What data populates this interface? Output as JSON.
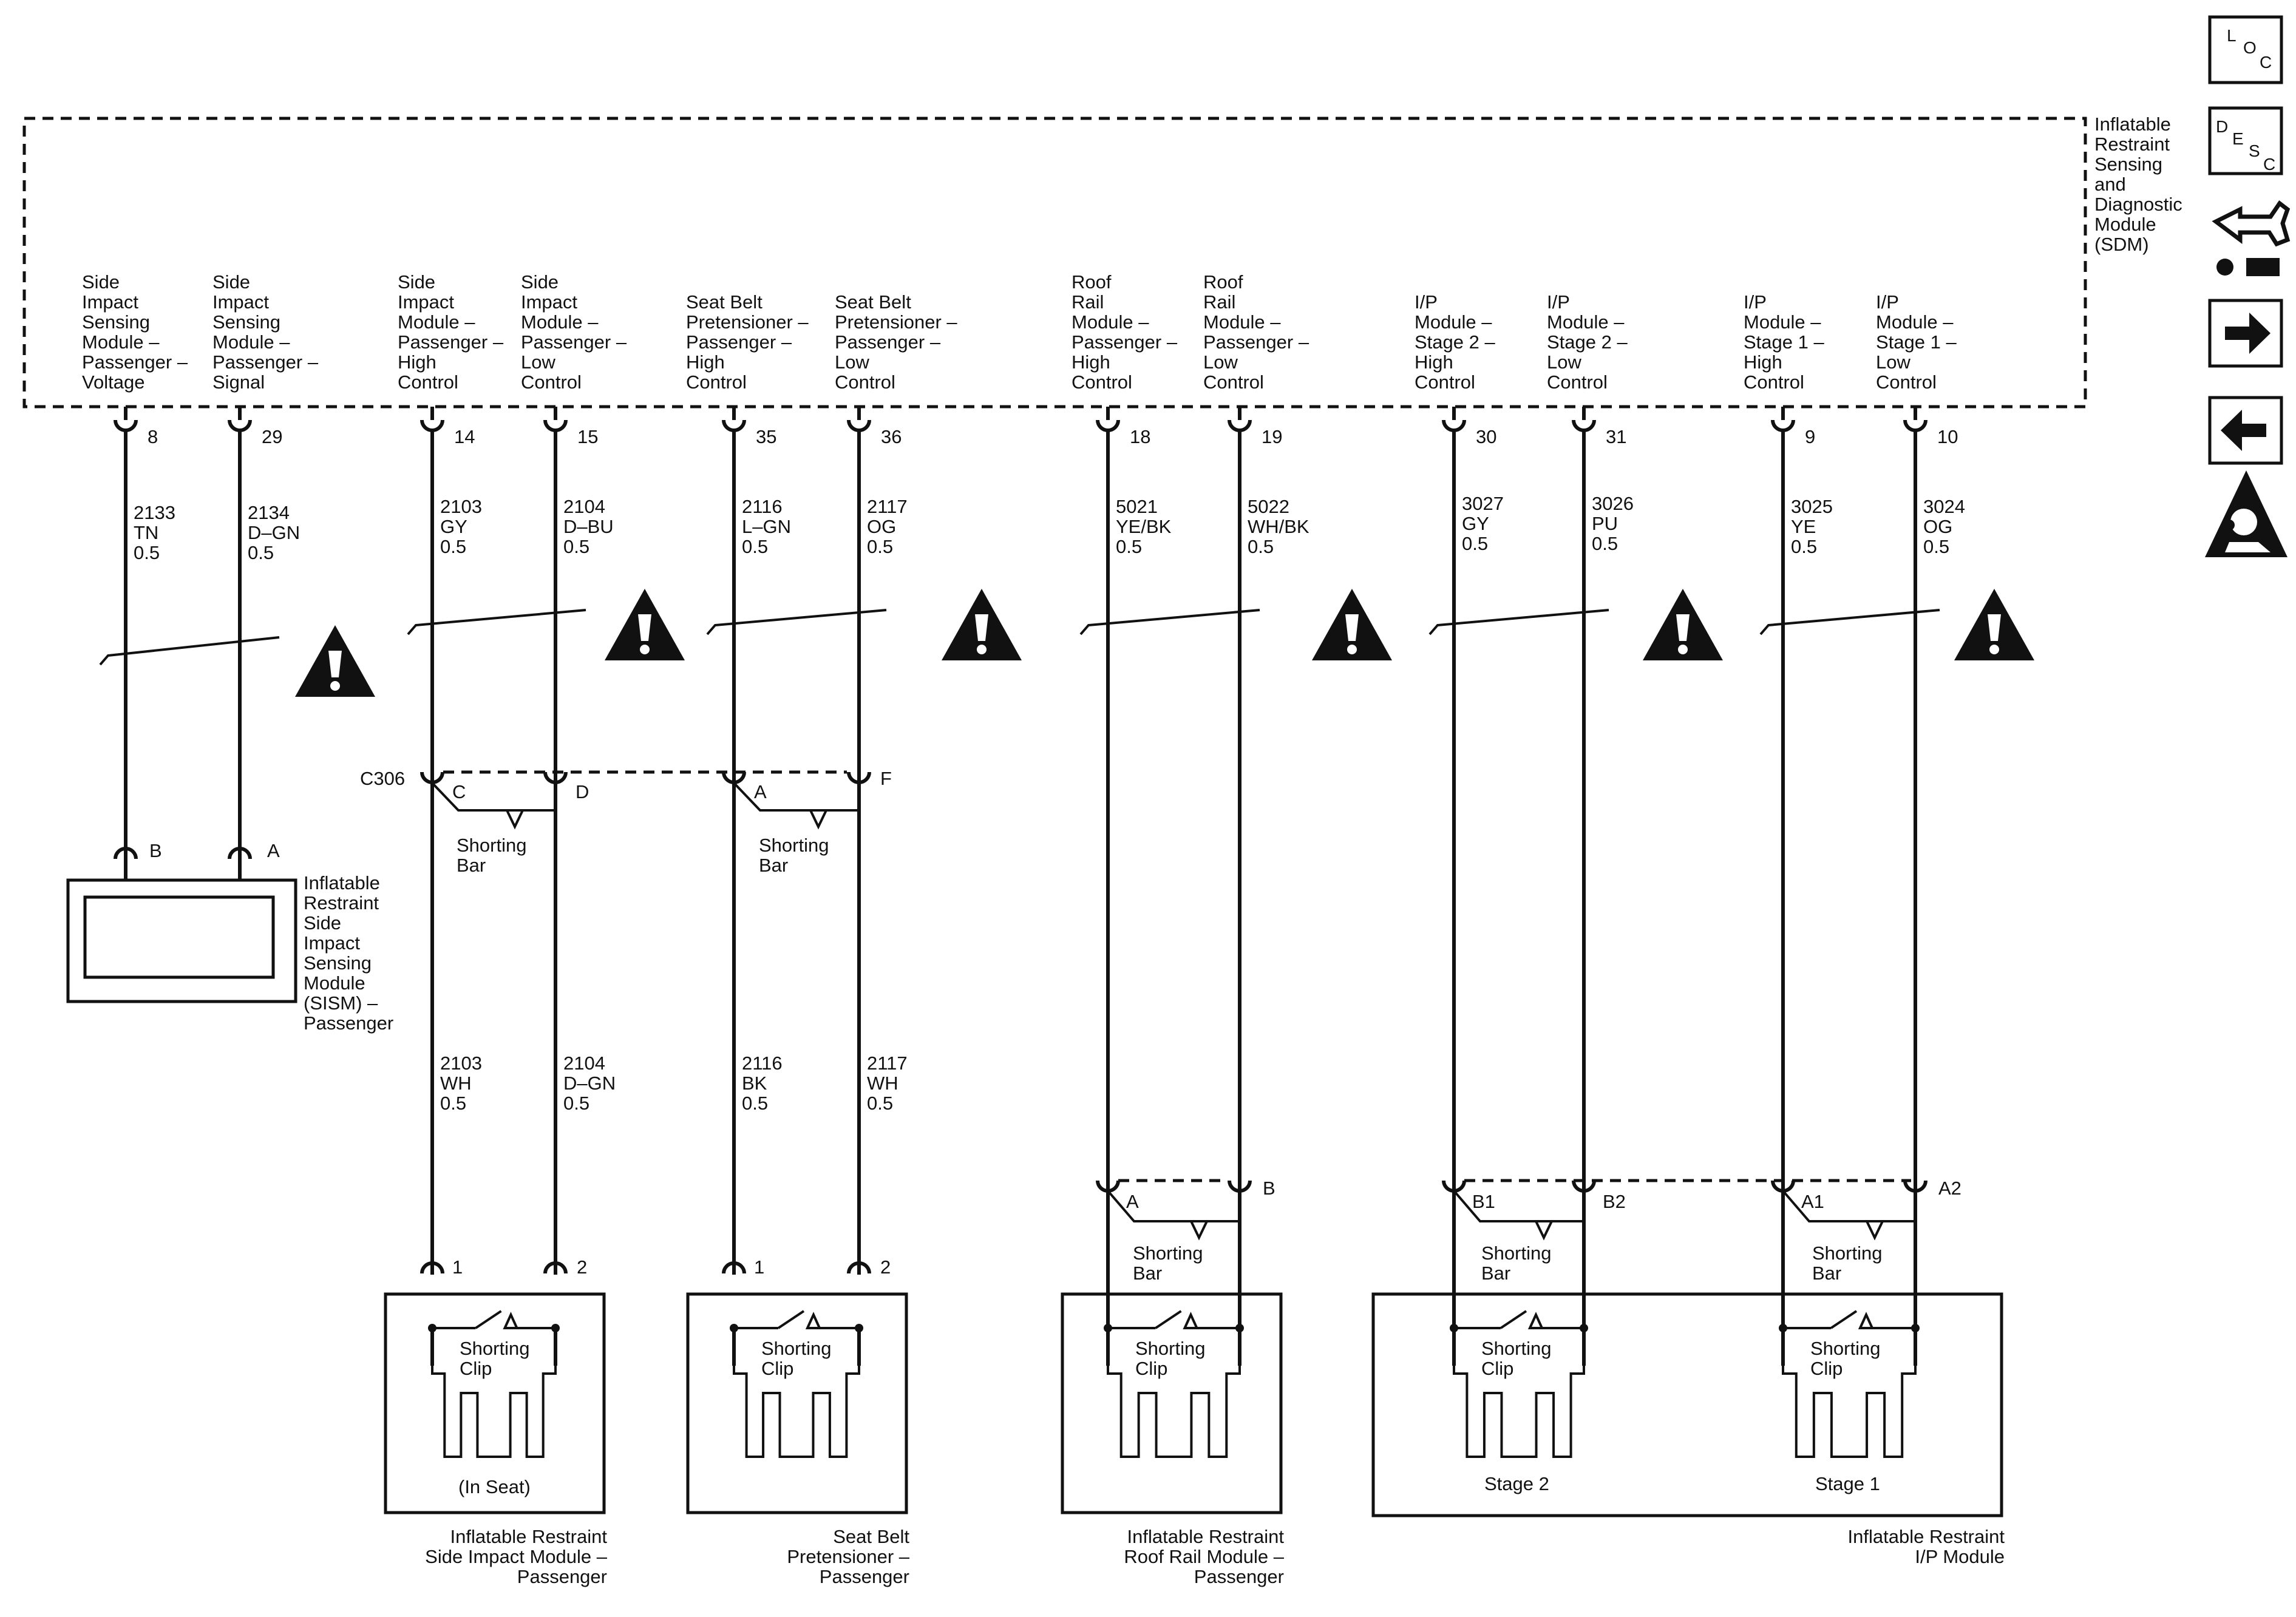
{
  "sdm": {
    "title_lines": [
      "Inflatable",
      "Restraint",
      "Sensing",
      "and",
      "Diagnostic",
      "Module",
      "(SDM)"
    ],
    "circuits": [
      {
        "lines": [
          "Side",
          "Impact",
          "Sensing",
          "Module –",
          "Passenger –",
          "Voltage"
        ],
        "pin": "8",
        "wire": [
          "2133",
          "TN",
          "0.5"
        ]
      },
      {
        "lines": [
          "Side",
          "Impact",
          "Sensing",
          "Module –",
          "Passenger –",
          "Signal"
        ],
        "pin": "29",
        "wire": [
          "2134",
          "D–GN",
          "0.5"
        ]
      },
      {
        "lines": [
          "Side",
          "Impact",
          "Module –",
          "Passenger –",
          "High",
          "Control"
        ],
        "pin": "14",
        "wire": [
          "2103",
          "GY",
          "0.5"
        ]
      },
      {
        "lines": [
          "Side",
          "Impact",
          "Module –",
          "Passenger –",
          "Low",
          "Control"
        ],
        "pin": "15",
        "wire": [
          "2104",
          "D–BU",
          "0.5"
        ]
      },
      {
        "lines": [
          "Seat Belt",
          "Pretensioner –",
          "Passenger –",
          "High",
          "Control"
        ],
        "pin": "35",
        "wire": [
          "2116",
          "L–GN",
          "0.5"
        ]
      },
      {
        "lines": [
          "Seat Belt",
          "Pretensioner –",
          "Passenger –",
          "Low",
          "Control"
        ],
        "pin": "36",
        "wire": [
          "2117",
          "OG",
          "0.5"
        ]
      },
      {
        "lines": [
          "Roof",
          "Rail",
          "Module –",
          "Passenger –",
          "High",
          "Control"
        ],
        "pin": "18",
        "wire": [
          "5021",
          "YE/BK",
          "0.5"
        ]
      },
      {
        "lines": [
          "Roof",
          "Rail",
          "Module –",
          "Passenger –",
          "Low",
          "Control"
        ],
        "pin": "19",
        "wire": [
          "5022",
          "WH/BK",
          "0.5"
        ]
      },
      {
        "lines": [
          "I/P",
          "Module –",
          "Stage 2 –",
          "High",
          "Control"
        ],
        "pin": "30",
        "wire": [
          "3027",
          "GY",
          "0.5"
        ]
      },
      {
        "lines": [
          "I/P",
          "Module –",
          "Stage 2 –",
          "Low",
          "Control"
        ],
        "pin": "31",
        "wire": [
          "3026",
          "PU",
          "0.5"
        ]
      },
      {
        "lines": [
          "I/P",
          "Module –",
          "Stage 1 –",
          "High",
          "Control"
        ],
        "pin": "9",
        "wire": [
          "3025",
          "YE",
          "0.5"
        ]
      },
      {
        "lines": [
          "I/P",
          "Module –",
          "Stage 1 –",
          "Low",
          "Control"
        ],
        "pin": "10",
        "wire": [
          "3024",
          "OG",
          "0.5"
        ]
      }
    ]
  },
  "sism": {
    "pins": [
      "B",
      "A"
    ],
    "title_lines": [
      "Inflatable",
      "Restraint",
      "Side",
      "Impact",
      "Sensing",
      "Module",
      "(SISM) –",
      "Passenger"
    ]
  },
  "c306": {
    "name": "C306",
    "pins": [
      "C",
      "D",
      "A",
      "F"
    ],
    "shorting_bar": [
      "Shorting",
      "Bar"
    ],
    "lower_wires": [
      [
        "2103",
        "WH",
        "0.5"
      ],
      [
        "2104",
        "D–GN",
        "0.5"
      ],
      [
        "2116",
        "BK",
        "0.5"
      ],
      [
        "2117",
        "WH",
        "0.5"
      ]
    ]
  },
  "rr_connector": {
    "pins": [
      "A",
      "B"
    ],
    "shorting_bar": [
      "Shorting",
      "Bar"
    ]
  },
  "ip_connector": {
    "pins": [
      "B1",
      "B2",
      "A1",
      "A2"
    ],
    "shorting_bar": [
      "Shorting",
      "Bar"
    ]
  },
  "components": {
    "side_impact": {
      "pins": [
        "1",
        "2"
      ],
      "clip": [
        "Shorting",
        "Clip"
      ],
      "inner_label": "(In Seat)",
      "title_lines": [
        "Inflatable Restraint",
        "Side Impact Module –",
        "Passenger"
      ]
    },
    "pretensioner": {
      "pins": [
        "1",
        "2"
      ],
      "clip": [
        "Shorting",
        "Clip"
      ],
      "title_lines": [
        "Seat Belt",
        "Pretensioner –",
        "Passenger"
      ]
    },
    "roof_rail": {
      "clip": [
        "Shorting",
        "Clip"
      ],
      "title_lines": [
        "Inflatable Restraint",
        "Roof Rail Module –",
        "Passenger"
      ]
    },
    "ip_module": {
      "clip": [
        "Shorting",
        "Clip"
      ],
      "stage_labels": [
        "Stage 2",
        "Stage 1"
      ],
      "title_lines": [
        "Inflatable Restraint",
        "I/P Module"
      ]
    }
  },
  "sidebar": {
    "loc_letters": [
      "L",
      "O",
      "C"
    ],
    "desc_letters": [
      "D",
      "E",
      "S",
      "C"
    ],
    "icons": [
      "connector-tool-icon",
      "next-arrow-icon",
      "previous-arrow-icon",
      "airbag-warning-icon"
    ]
  }
}
